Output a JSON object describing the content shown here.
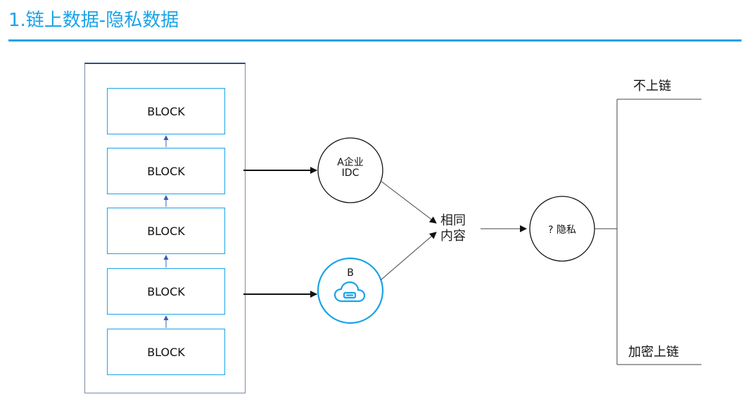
{
  "title": "1.链上数据-隐私数据",
  "blocks": [
    "BLOCK",
    "BLOCK",
    "BLOCK",
    "BLOCK",
    "BLOCK"
  ],
  "nodes": {
    "a_line1": "A企业",
    "a_line2": "IDC",
    "b_label": "B",
    "b_icon": "cloud-icon",
    "same_line1": "相同",
    "same_line2": "内容",
    "privacy": "? 隐私"
  },
  "branches": {
    "top": "不上链",
    "bottom": "加密上链"
  },
  "colors": {
    "accent": "#1aa3e8",
    "arrow": "#111111",
    "frame": "#2f4f7f"
  }
}
